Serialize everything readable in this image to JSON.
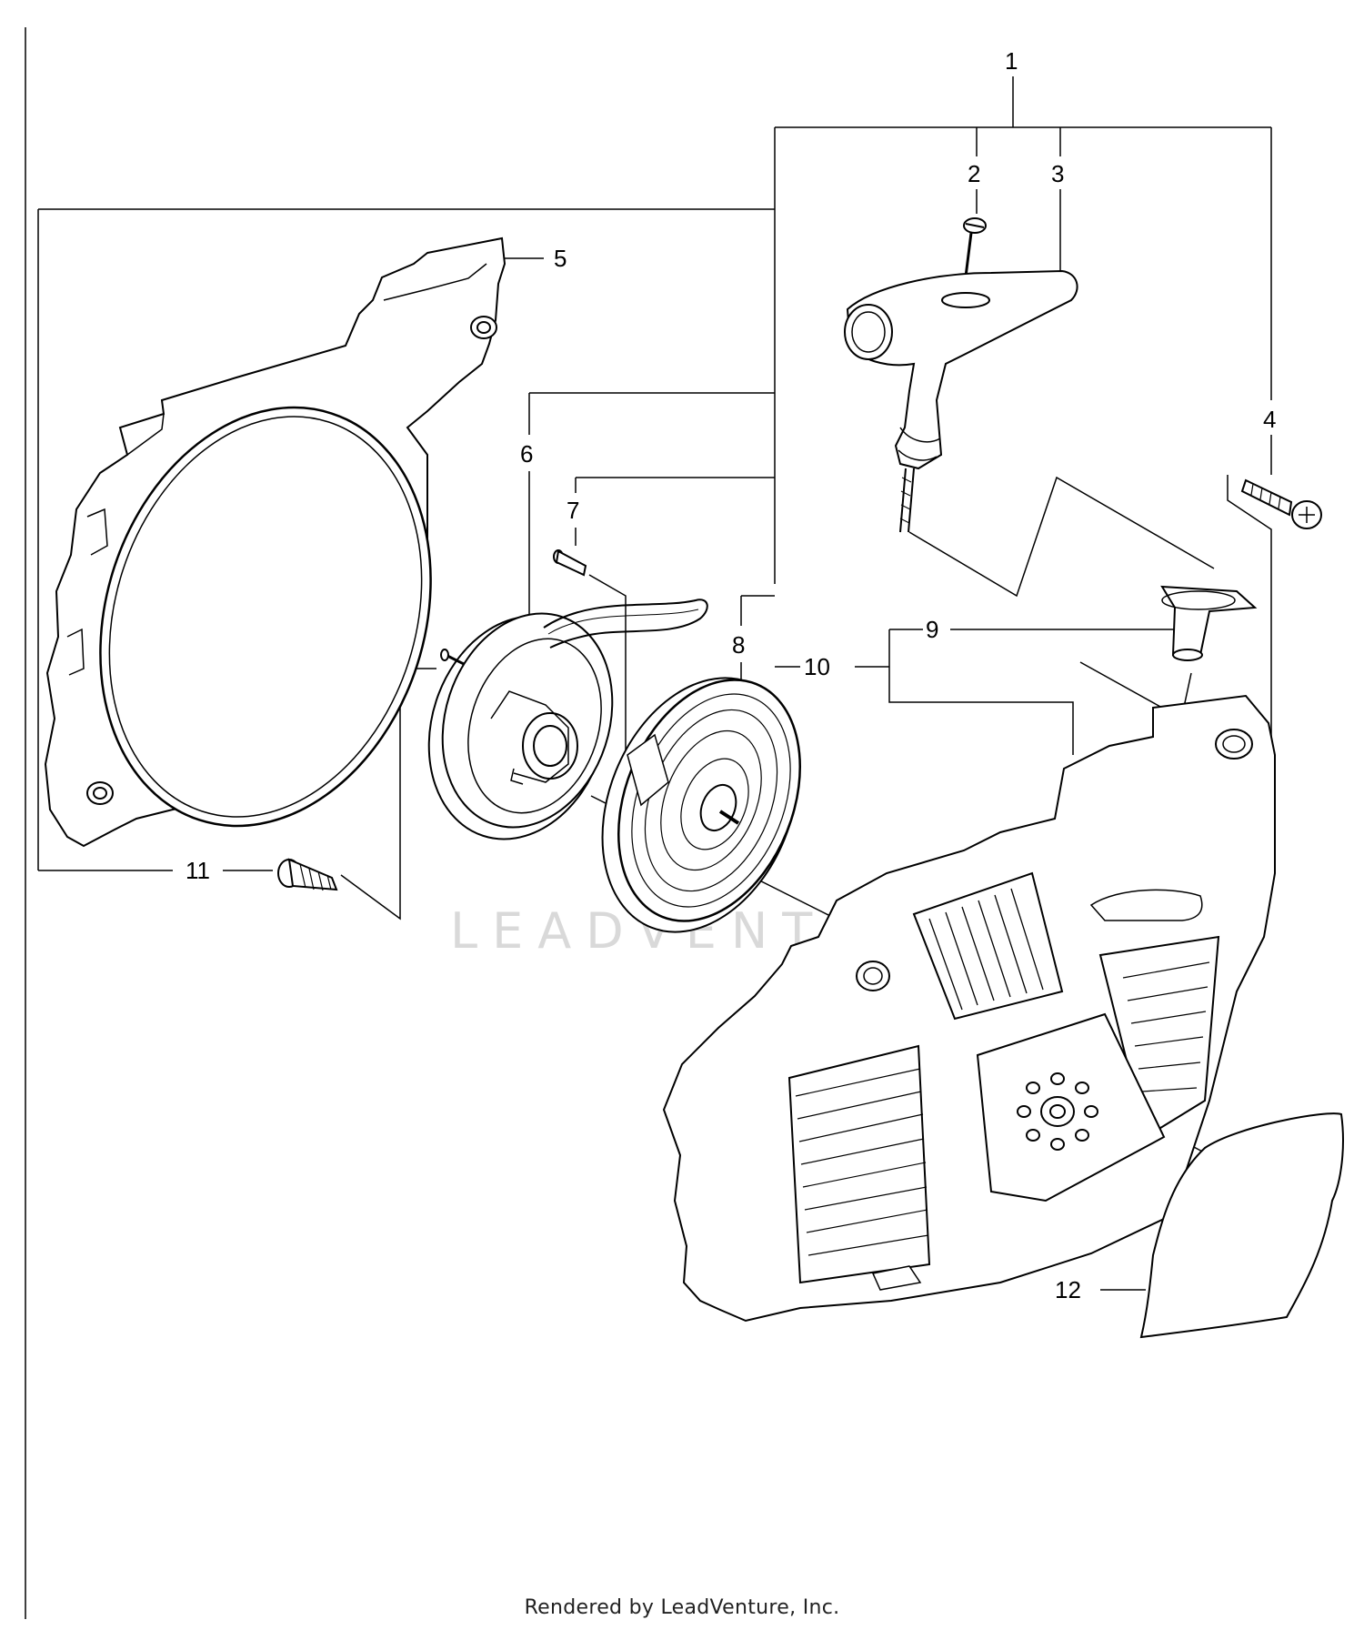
{
  "callouts": {
    "c1": "1",
    "c2": "2",
    "c3": "3",
    "c4": "4",
    "c5": "5",
    "c6": "6",
    "c7": "7",
    "c8": "8",
    "c9": "9",
    "c10": "10",
    "c11": "11",
    "c12": "12"
  },
  "watermark": "LEADVENTURE",
  "footer": "Rendered by LeadVenture, Inc.",
  "colors": {
    "line": "#000000",
    "part_fill": "#ffffff",
    "watermark": "#d9d9d9"
  }
}
